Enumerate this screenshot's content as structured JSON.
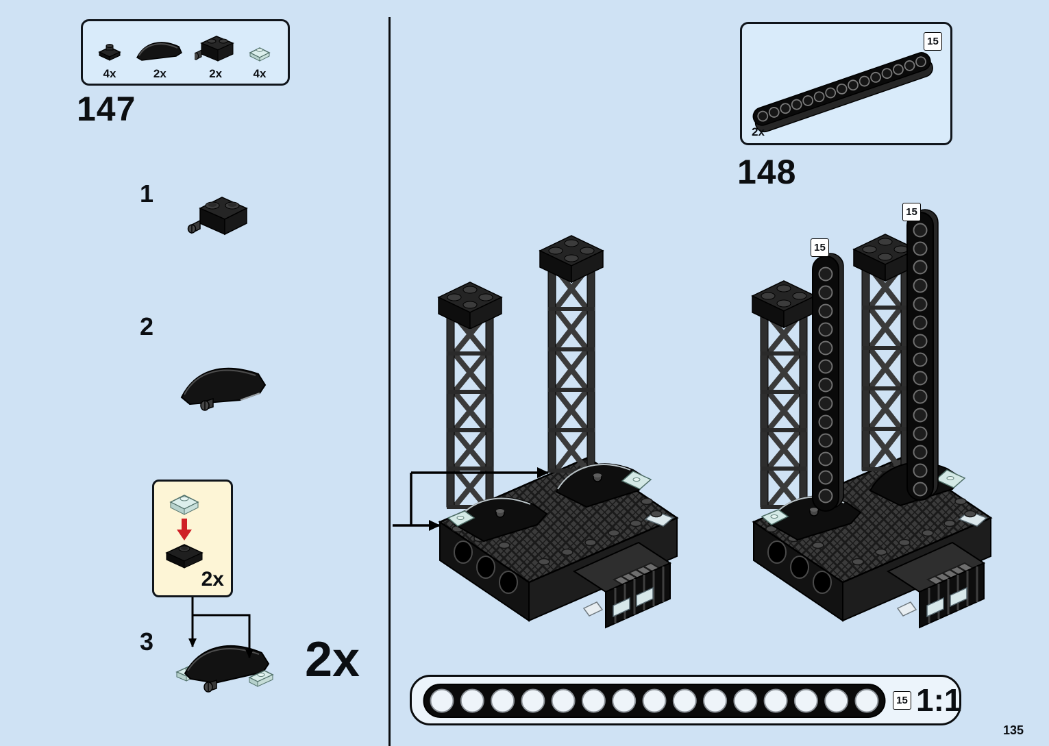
{
  "page": {
    "number": "135"
  },
  "colors": {
    "background": "#cfe2f4",
    "panel_blue": "#d9ebfa",
    "inset_yellow": "#fdf5d6",
    "arrow_red": "#cf2026",
    "brick_black": "#121212",
    "trans_clear": "#d8ece9"
  },
  "step147": {
    "number": "147",
    "parts": [
      {
        "count": "4x",
        "icon": "black-plate-1x1-stud"
      },
      {
        "count": "2x",
        "icon": "black-curved-slope"
      },
      {
        "count": "2x",
        "icon": "black-brick-1x2-with-pin"
      },
      {
        "count": "4x",
        "icon": "trans-clear-plate-1x1"
      }
    ],
    "substeps": [
      {
        "number": "1"
      },
      {
        "number": "2"
      },
      {
        "number": "3"
      }
    ],
    "inset": {
      "count": "2x"
    },
    "multiplier": "2x"
  },
  "step148": {
    "number": "148",
    "parts": [
      {
        "count": "2x",
        "icon": "black-technic-beam-15",
        "length_label": "15"
      }
    ],
    "beam_length_labels": [
      "15",
      "15"
    ]
  },
  "scale_bar": {
    "length_label": "15",
    "ratio_label": "1:1",
    "holes": 15
  }
}
